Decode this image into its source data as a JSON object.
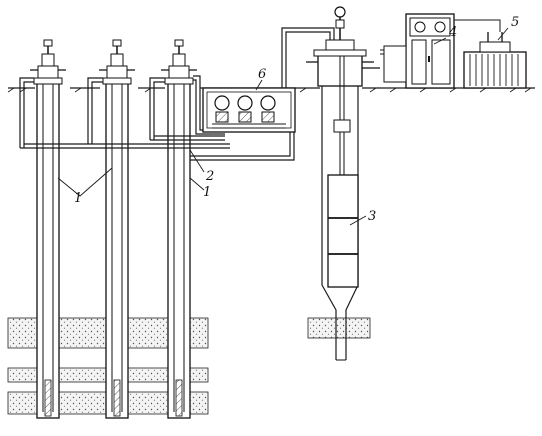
{
  "callouts": [
    {
      "id": "c1a",
      "text": "1"
    },
    {
      "id": "c1b",
      "text": "1"
    },
    {
      "id": "c2",
      "text": "2"
    },
    {
      "id": "c3",
      "text": "3"
    },
    {
      "id": "c4",
      "text": "4"
    },
    {
      "id": "c5",
      "text": "5"
    },
    {
      "id": "c6",
      "text": "6"
    }
  ],
  "palette": {
    "ink": "#1a1a1a",
    "paper": "#ffffff",
    "sand": "#d8d8d8"
  }
}
